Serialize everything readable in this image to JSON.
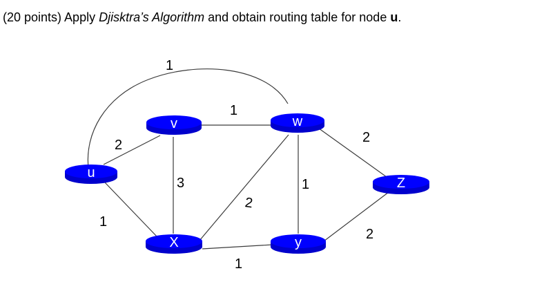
{
  "question": {
    "prefix": "(20 points) Apply ",
    "algorithm": "Djisktra’s Algorithm",
    "middle": " and obtain routing table for node ",
    "node": "u",
    "suffix": "."
  },
  "colors": {
    "node_fill": "#0000ff",
    "node_rim": "#0000cc",
    "edge": "#3b3b3b"
  },
  "nodes": [
    {
      "id": "u",
      "label": "u"
    },
    {
      "id": "v",
      "label": "v"
    },
    {
      "id": "w",
      "label": "w"
    },
    {
      "id": "x",
      "label": "X"
    },
    {
      "id": "y",
      "label": "y"
    },
    {
      "id": "z",
      "label": "Z"
    }
  ],
  "edges": [
    {
      "from": "u",
      "to": "w",
      "weight": "1"
    },
    {
      "from": "v",
      "to": "w",
      "weight": "1"
    },
    {
      "from": "u",
      "to": "v",
      "weight": "2"
    },
    {
      "from": "w",
      "to": "z",
      "weight": "2"
    },
    {
      "from": "v",
      "to": "x",
      "weight": "3"
    },
    {
      "from": "x",
      "to": "w",
      "weight": "2"
    },
    {
      "from": "w",
      "to": "y",
      "weight": "1"
    },
    {
      "from": "u",
      "to": "x",
      "weight": "1"
    },
    {
      "from": "y",
      "to": "z",
      "weight": "2"
    },
    {
      "from": "x",
      "to": "y",
      "weight": "1"
    }
  ]
}
